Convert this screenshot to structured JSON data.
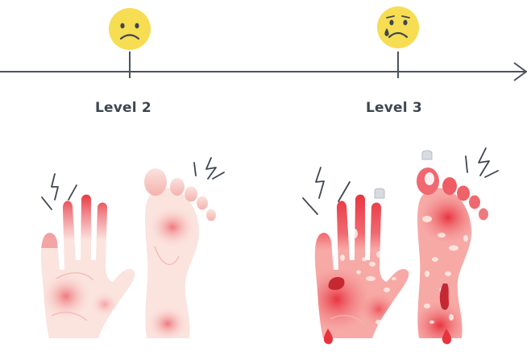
{
  "timeline": {
    "levels": [
      {
        "label": "Level 2",
        "emoji": "sad-face-icon",
        "hands": "hand-level-2",
        "feet": "foot-level-2"
      },
      {
        "label": "Level 3",
        "emoji": "crying-face-icon",
        "hands": "hand-level-3",
        "feet": "foot-level-3"
      }
    ]
  },
  "colors": {
    "axis": "#4a525c",
    "emoji": "#f6dd52",
    "skin_light": "#fbe3de",
    "skin_mid": "#f7c5bd",
    "red": "#e8333f",
    "red_dark": "#c62832",
    "pale_patch": "#fde6df",
    "blister": "#d8dbe0",
    "outline": "#3f4650"
  }
}
